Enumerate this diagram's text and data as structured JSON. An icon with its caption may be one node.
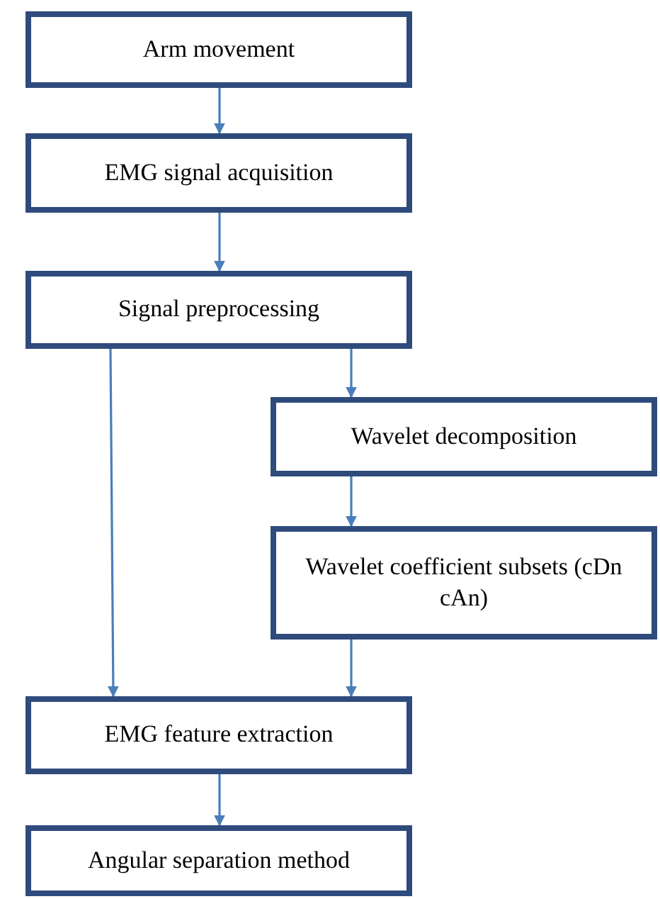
{
  "diagram": {
    "nodes": [
      {
        "text": [
          "Arm movement"
        ]
      },
      {
        "text": [
          "EMG signal acquisition"
        ]
      },
      {
        "text": [
          "Signal preprocessing"
        ]
      },
      {
        "text": [
          "Wavelet decomposition"
        ]
      },
      {
        "text": [
          "Wavelet coefficient subsets (cDn cAn)"
        ]
      },
      {
        "text": [
          "EMG feature extraction"
        ]
      },
      {
        "text": [
          "Angular separation method"
        ]
      }
    ],
    "edges": [
      {
        "from": 0,
        "to": 1,
        "arrow": "to"
      },
      {
        "from": 1,
        "to": 2,
        "arrow": "to"
      },
      {
        "from": 2,
        "to": 3,
        "arrow": "to"
      },
      {
        "from": 3,
        "to": 4,
        "arrow": "to"
      },
      {
        "from": 4,
        "to": 5,
        "arrow": "to"
      },
      {
        "from": 2,
        "to": 5,
        "arrow": "to"
      },
      {
        "from": 5,
        "to": 6,
        "arrow": "to"
      }
    ]
  }
}
